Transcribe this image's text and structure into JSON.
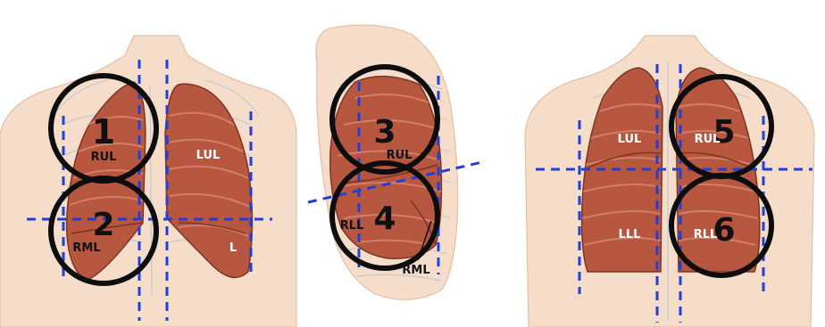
{
  "colors": {
    "lung": "#b8573f",
    "skin": "#f6ddc9",
    "guide_line": "#1f3fd8",
    "zone_ring": "#0d0d0d"
  },
  "views": {
    "front": {
      "lobes": [
        "RUL",
        "LUL",
        "RML",
        "L"
      ],
      "zones": [
        "1",
        "2"
      ]
    },
    "side": {
      "lobes": [
        "RUL",
        "RLL",
        "RML"
      ],
      "zones": [
        "3",
        "4"
      ]
    },
    "back": {
      "lobes": [
        "LUL",
        "RUL",
        "LLL",
        "RLL"
      ],
      "zones": [
        "5",
        "6"
      ]
    }
  }
}
